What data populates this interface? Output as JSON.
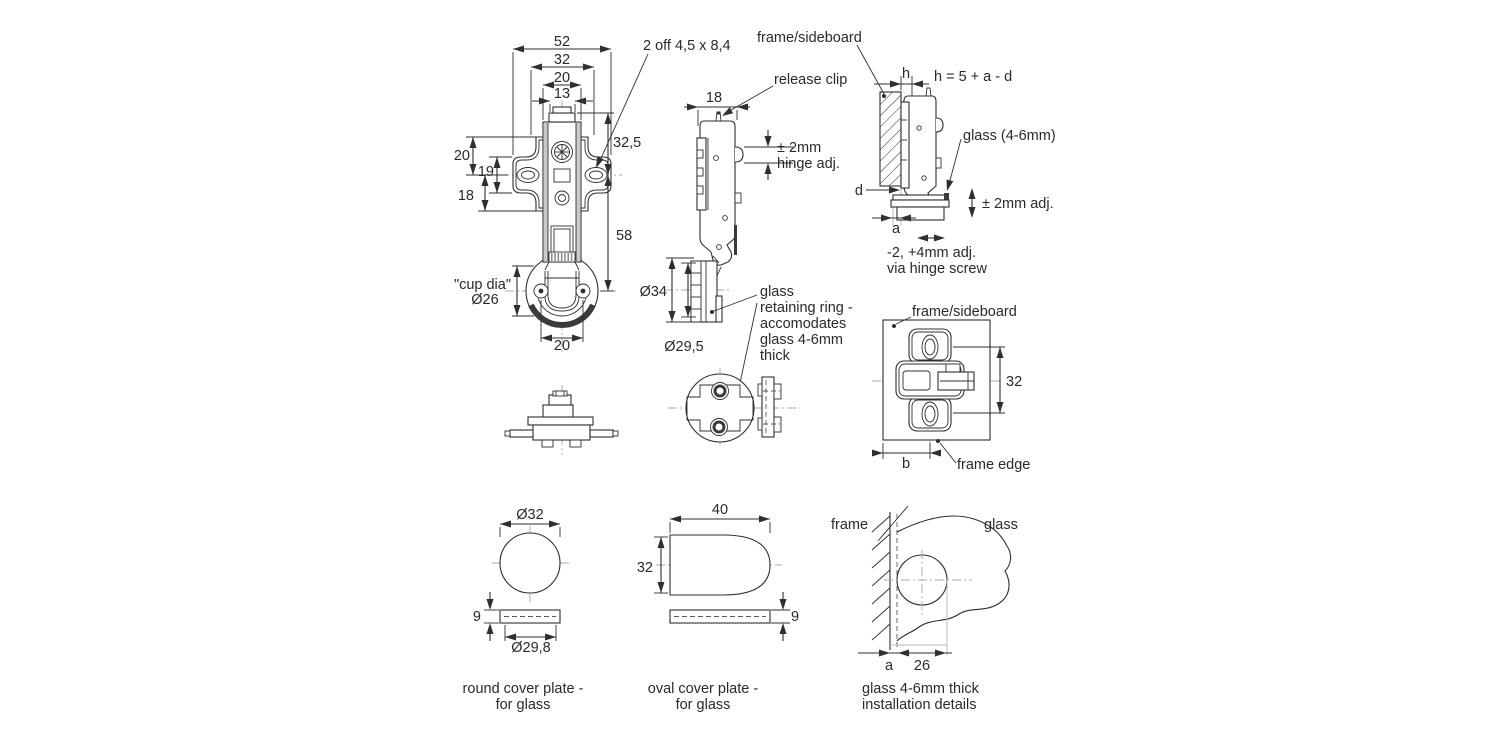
{
  "colors": {
    "line": "#2f2f2f",
    "light_line": "#b5b5b5",
    "text": "#2a2a2a",
    "background": "#ffffff"
  },
  "front_view": {
    "dim_52": "52",
    "dim_32": "32",
    "dim_20_top": "20",
    "dim_13": "13",
    "slot_note": "2 off 4,5 x 8,4",
    "dim_20_left": "20",
    "dim_19": "19",
    "dim_18": "18",
    "dim_32_5": "32,5",
    "dim_58": "58",
    "cup_label_1": "\"cup dia\"",
    "cup_label_2": "Ø26",
    "dim_20_bottom": "20"
  },
  "side_view": {
    "dim_18": "18",
    "release_clip": "release clip",
    "hinge_adj_1": "± 2mm",
    "hinge_adj_2": "hinge adj.",
    "dia_34": "Ø34",
    "dia_29_5": "Ø29,5",
    "ring_note_1": "glass",
    "ring_note_2": "retaining ring -",
    "ring_note_3": "accomodates",
    "ring_note_4": "glass 4-6mm",
    "ring_note_5": "thick"
  },
  "mounted_view": {
    "frame_label": "frame/sideboard",
    "dim_h": "h",
    "formula": "h = 5 + a - d",
    "glass_label": "glass (4-6mm)",
    "adj_label": "± 2mm adj.",
    "dim_d": "d",
    "dim_a": "a",
    "screw_adj_1": "-2, +4mm adj.",
    "screw_adj_2": "via hinge screw"
  },
  "plate_view": {
    "frame_label": "frame/sideboard",
    "dim_32": "32",
    "dim_b": "b",
    "frame_edge": "frame edge"
  },
  "round_plate": {
    "dia_32": "Ø32",
    "dim_9": "9",
    "dia_29_8": "Ø29,8",
    "caption_1": "round cover plate -",
    "caption_2": "for glass"
  },
  "oval_plate": {
    "dim_40": "40",
    "dim_32": "32",
    "dim_9": "9",
    "caption_1": "oval cover plate -",
    "caption_2": "for glass"
  },
  "install_view": {
    "frame_label": "frame",
    "glass_label": "glass",
    "dim_a": "a",
    "dim_26": "26",
    "caption_1": "glass 4-6mm thick",
    "caption_2": "installation details"
  }
}
